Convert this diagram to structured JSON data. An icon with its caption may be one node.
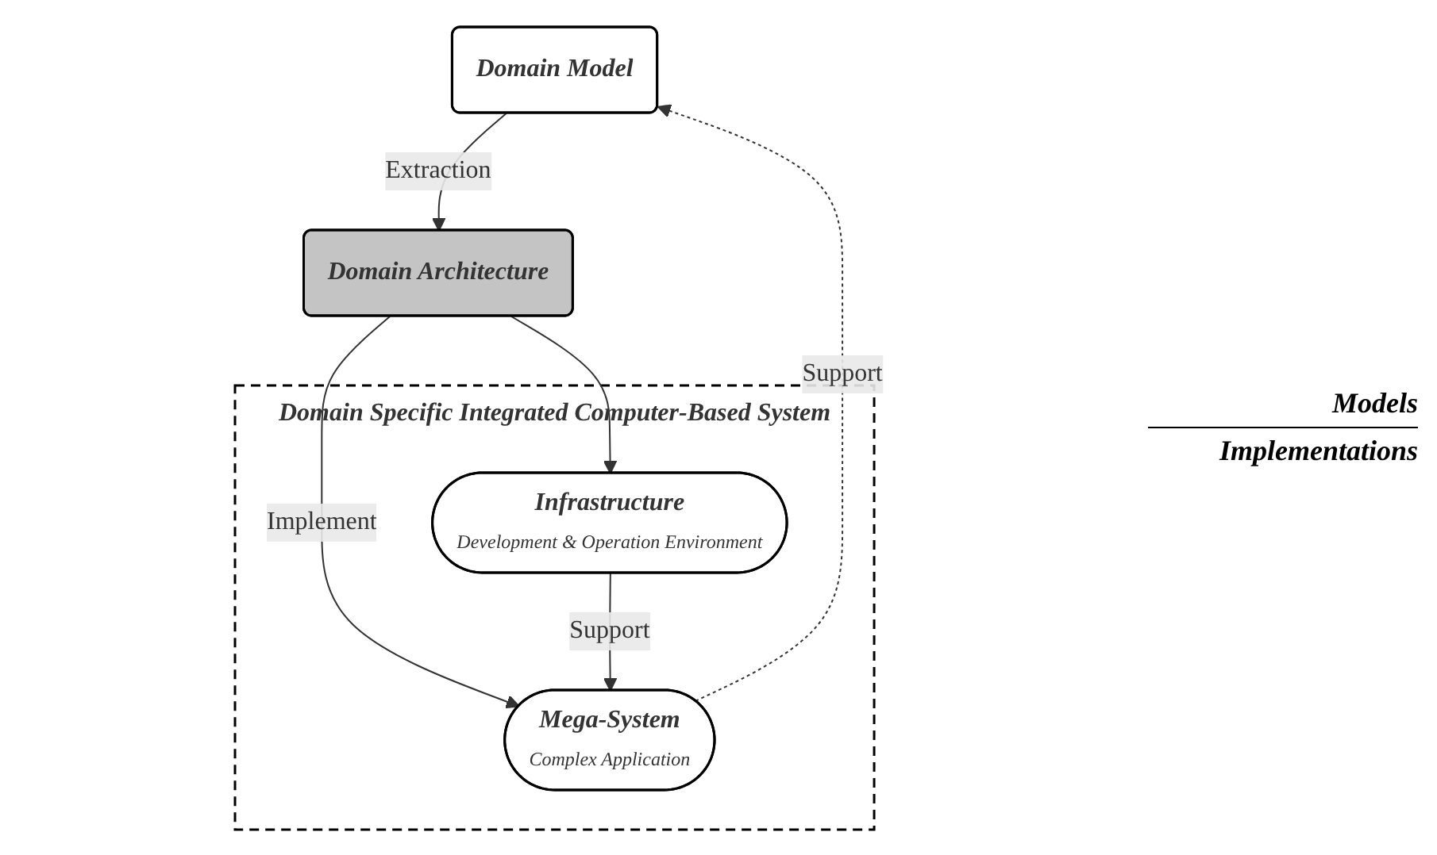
{
  "diagram": {
    "nodes": [
      {
        "text": [
          "Domain Model"
        ]
      },
      {
        "text": [
          "Domain Architecture"
        ]
      },
      {
        "text": [
          "Domain Specific Integrated Computer-Based System"
        ]
      },
      {
        "text": [
          "Mega-System",
          "Complex Application"
        ],
        "in": 2
      },
      {
        "text": [
          "Infrastructure",
          "Development & Operation Environment"
        ],
        "in": 2
      }
    ],
    "edges": [
      {
        "from": 0,
        "to": 1,
        "arrow": "to",
        "label": "Extraction"
      },
      {
        "from": 1,
        "to": 3,
        "arrow": "to",
        "label": "Implement"
      },
      {
        "from": 1,
        "to": 4,
        "arrow": "to"
      },
      {
        "from": 4,
        "to": 3,
        "arrow": "to",
        "label": "Support"
      },
      {
        "from": 3,
        "to": 0,
        "arrow": "to",
        "label": "Support",
        "style": "dashed"
      }
    ],
    "labels": [
      "Models",
      "Implementations"
    ]
  }
}
